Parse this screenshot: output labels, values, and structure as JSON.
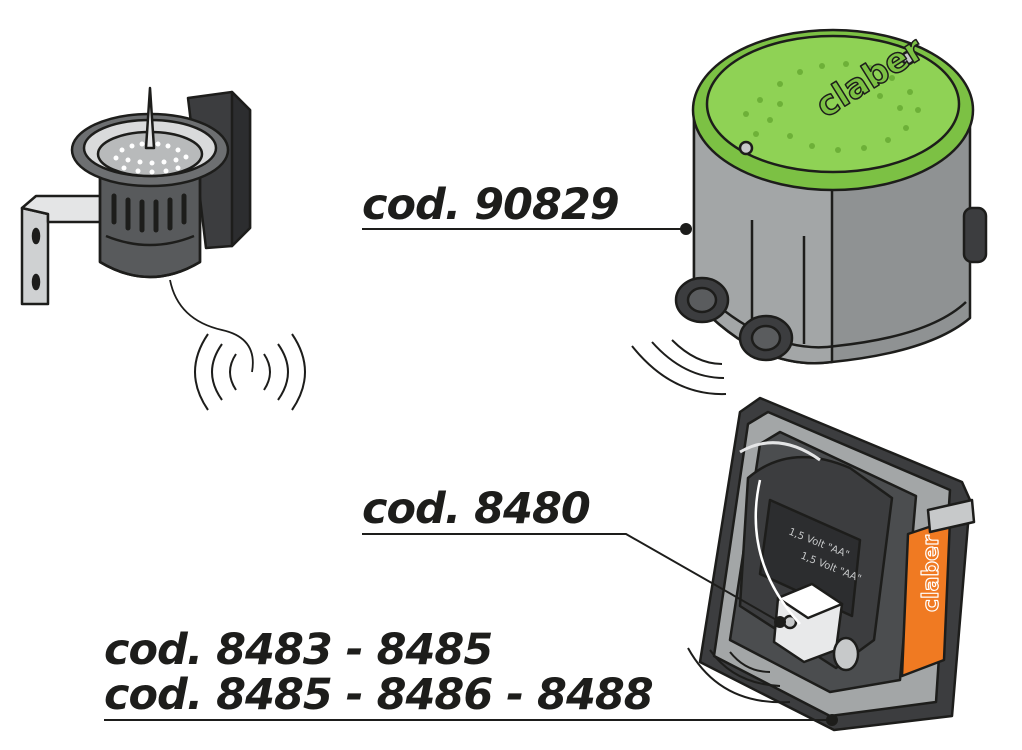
{
  "labels": {
    "code_90829": "cod. 90829",
    "code_8480": "cod. 8480",
    "code_8483_8485": "cod. 8483 - 8485",
    "code_8485_8486_8488": "cod. 8485 - 8486 - 8488"
  },
  "brand": {
    "logo_text": "claber",
    "battery_text_1": "1,5 Volt \"AA\"",
    "battery_text_2": "1,5 Volt \"AA\""
  },
  "colors": {
    "ink": "#1d1d1b",
    "lid_green": "#7cc144",
    "box_grey": "#8f9293",
    "panel_orange": "#f07a22",
    "housing_dark": "#3c3d3f"
  },
  "icons": [
    "rain-sensor-icon",
    "valve-box-icon",
    "controller-icon",
    "wireless-signal-icon"
  ]
}
